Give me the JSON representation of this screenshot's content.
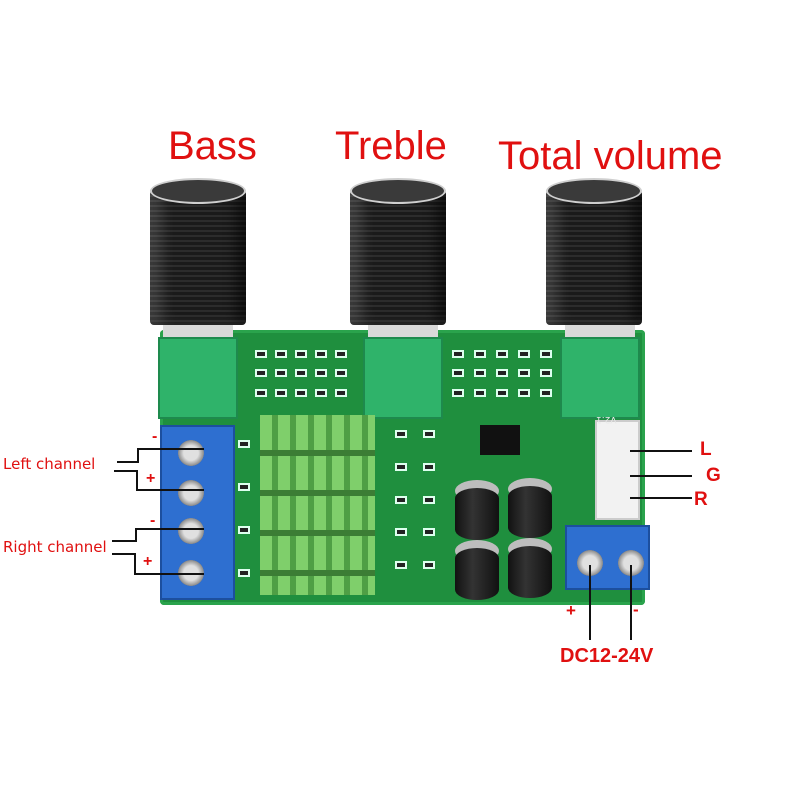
{
  "labels": {
    "bass": "Bass",
    "treble": "Treble",
    "total_volume": "Total volume",
    "left_channel": "Left channel",
    "right_channel": "Right channel",
    "left_minus": "-",
    "left_plus": "+",
    "right_minus": "-",
    "right_plus": "+",
    "out_l": "L",
    "out_g": "G",
    "out_r": "R",
    "power": "DC12-24V",
    "power_plus": "+",
    "power_minus": "-"
  },
  "board": {
    "version_silkscreen": "V2.1"
  },
  "colors": {
    "label_red": "#e01010",
    "pcb_green": "#1f8f3e",
    "terminal_blue": "#2e6fd0",
    "knob_black": "#1a1a1a"
  }
}
